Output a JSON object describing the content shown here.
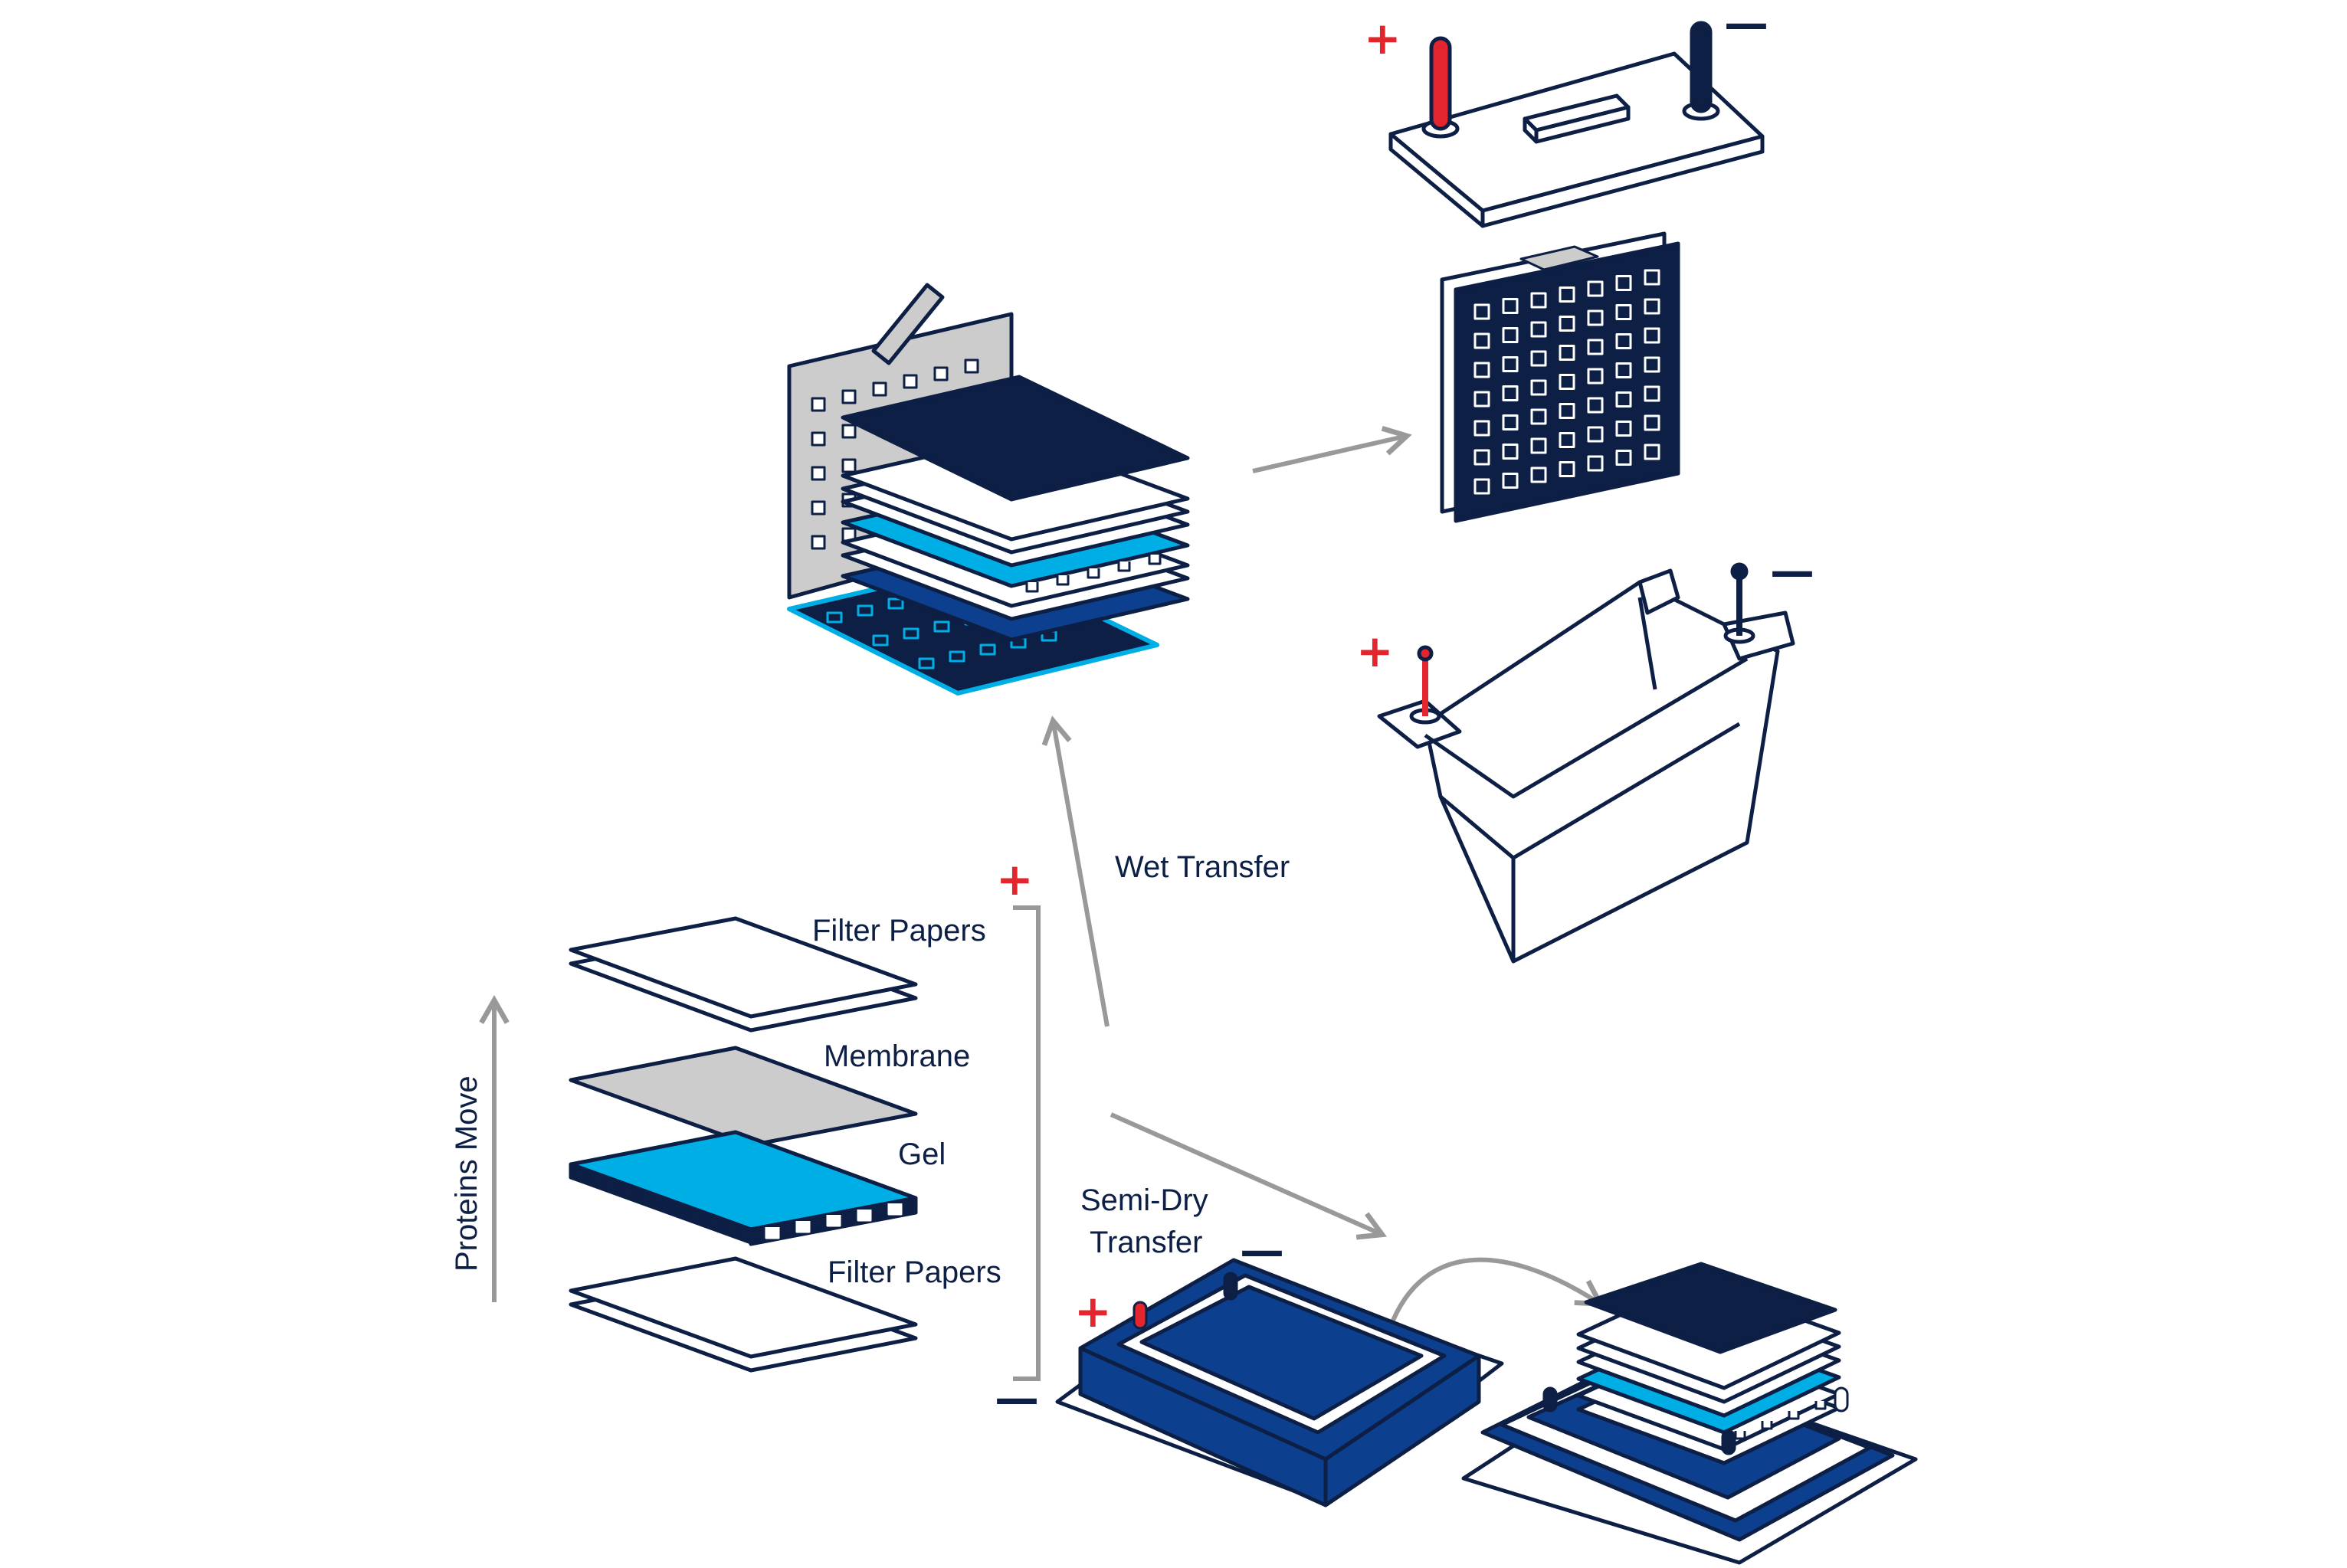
{
  "labels": {
    "filter_papers_top": "Filter Papers",
    "membrane": "Membrane",
    "gel": "Gel",
    "filter_papers_bottom": "Filter Papers",
    "proteins_move": "Proteins Move",
    "wet_transfer": "Wet Transfer",
    "semi_dry_line1": "Semi-Dry",
    "semi_dry_line2": "Transfer"
  },
  "signs": {
    "plus": "+",
    "minus": "—"
  },
  "colors": {
    "navy": "#0d1f45",
    "royal_blue": "#0d3f8f",
    "cyan": "#00aee6",
    "gray": "#cccccc",
    "arrow_gray": "#999999",
    "red": "#e3252d",
    "white": "#ffffff"
  }
}
